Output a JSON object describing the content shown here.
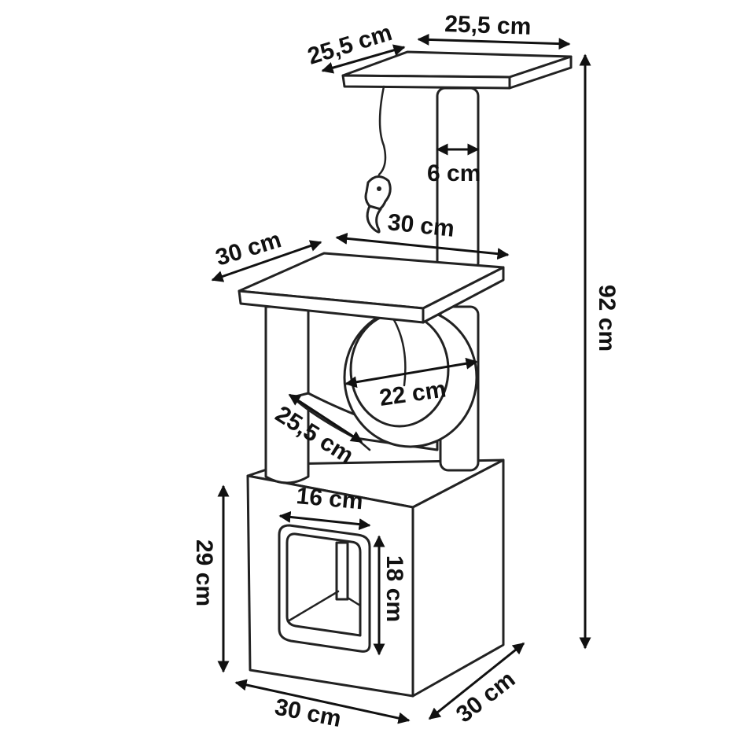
{
  "dimensions": {
    "top_depth": "25,5 cm",
    "top_width": "25,5 cm",
    "post_diameter": "6 cm",
    "middle_depth": "30 cm",
    "middle_width": "30 cm",
    "total_height": "92 cm",
    "tunnel_diameter": "22 cm",
    "hammock_width": "25,5 cm",
    "door_width": "16 cm",
    "base_height": "29 cm",
    "door_height": "18 cm",
    "base_width": "30 cm",
    "base_depth": "30 cm"
  },
  "colors": {
    "line": "#222222",
    "background": "#ffffff"
  },
  "icons": [
    "toy-mouse-icon"
  ]
}
